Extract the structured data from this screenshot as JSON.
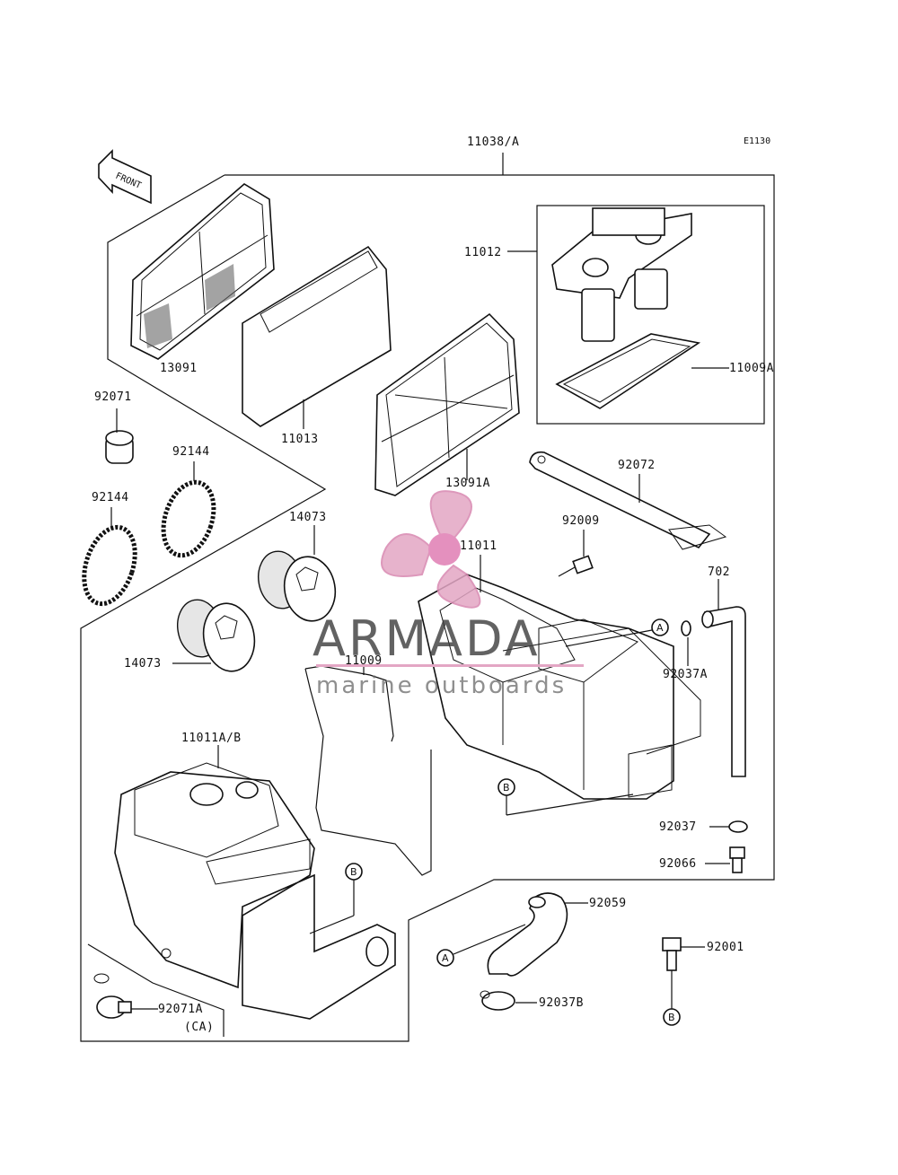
{
  "diagram": {
    "code": "E1130",
    "front_label": "FRONT",
    "watermark": {
      "brand": "ARMADA",
      "tagline": "marine outboards",
      "color": "#e3a6c4"
    },
    "parts": {
      "p11038": "11038/A",
      "p11012": "11012",
      "p11009A": "11009A",
      "p13091": "13091",
      "p11013": "11013",
      "p13091A": "13091A",
      "p92071": "92071",
      "p92144a": "92144",
      "p92144b": "92144",
      "p14073a": "14073",
      "p14073b": "14073",
      "p92072": "92072",
      "p92009": "92009",
      "p11011": "11011",
      "p702": "702",
      "p92037A": "92037A",
      "p11009": "11009",
      "p11011AB": "11011A/B",
      "p92037": "92037",
      "p92066": "92066",
      "p92059": "92059",
      "p92001": "92001",
      "p92037B": "92037B",
      "p92071A": "92071A",
      "p92071A_note": "(CA)"
    },
    "refs": {
      "A": "A",
      "B": "B"
    }
  }
}
